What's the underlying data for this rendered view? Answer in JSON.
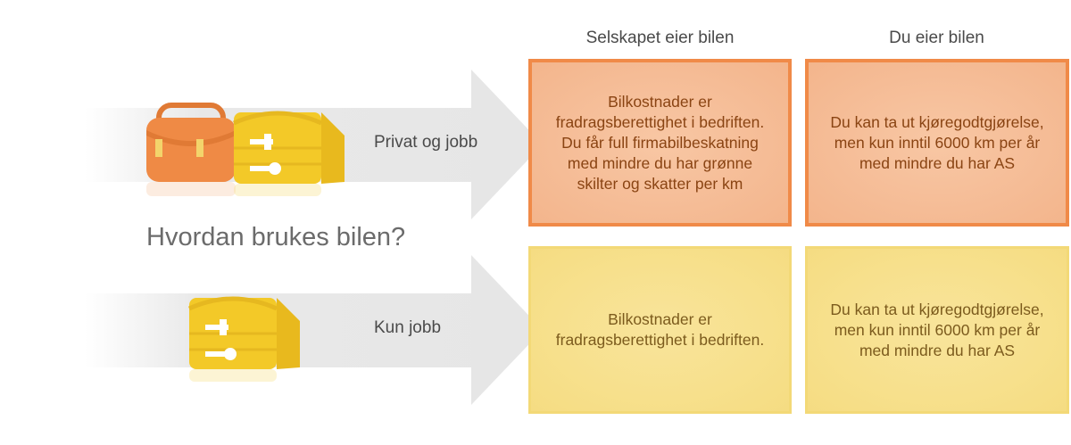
{
  "question": "Hvordan brukes bilen?",
  "columns": [
    "Selskapet eier bilen",
    "Du eier bilen"
  ],
  "rows": [
    {
      "label": "Privat og jobb",
      "icons": [
        "bag-icon",
        "toolbox-icon"
      ],
      "cells": [
        "Bilkostnader er fradragsberettighet i bedriften. Du får full firmabilbeskatning med mindre du har grønne skilter og skatter per km",
        "Du kan ta ut kjøregodtgjørelse, men kun inntil 6000 km per år med mindre du har AS"
      ]
    },
    {
      "label": "Kun jobb",
      "icons": [
        "toolbox-icon"
      ],
      "cells": [
        "Bilkostnader er fradragsberettighet i bedriften.",
        "Du kan ta ut kjøregodtgjørelse, men kun inntil 6000 km per år med mindre du har AS"
      ]
    }
  ],
  "colors": {
    "orange_cell": "#f5bc96",
    "orange_border": "#f08a48",
    "yellow_cell": "#f7e08c",
    "yellow_border": "#f3d977",
    "arrow": "#e6e6e6"
  }
}
